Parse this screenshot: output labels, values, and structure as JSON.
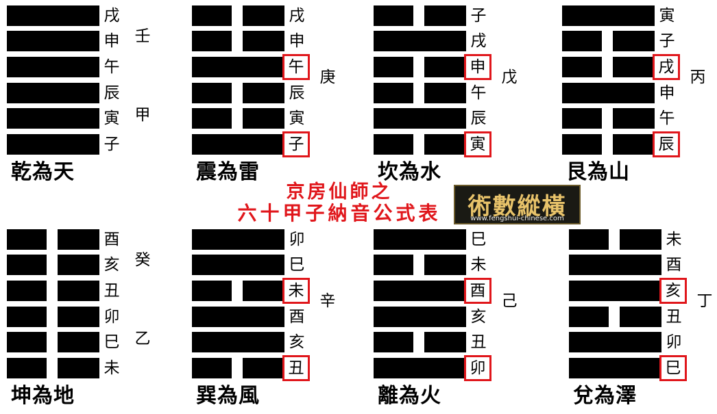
{
  "title": {
    "line1": "京房仙師之",
    "line2": "六十甲子納音公式表"
  },
  "logo": {
    "text": "術數縱橫",
    "url": "www.fengshui-chinese.com"
  },
  "colors": {
    "line": "#000000",
    "highlight": "#e0161b",
    "title": "#e0161b"
  },
  "hexagrams": [
    {
      "name": "乾為天",
      "lines": [
        "yang",
        "yang",
        "yang",
        "yang",
        "yang",
        "yang"
      ],
      "branches": [
        "戌",
        "申",
        "午",
        "辰",
        "寅",
        "子"
      ],
      "highlighted": [],
      "upper_stem": "壬",
      "lower_stem": "甲"
    },
    {
      "name": "震為雷",
      "lines": [
        "yin",
        "yin",
        "yang",
        "yin",
        "yin",
        "yang"
      ],
      "branches": [
        "戌",
        "申",
        "午",
        "辰",
        "寅",
        "子"
      ],
      "highlighted": [
        2,
        5
      ],
      "stem": "庚"
    },
    {
      "name": "坎為水",
      "lines": [
        "yin",
        "yang",
        "yin",
        "yin",
        "yang",
        "yin"
      ],
      "branches": [
        "子",
        "戌",
        "申",
        "午",
        "辰",
        "寅"
      ],
      "highlighted": [
        2,
        5
      ],
      "stem": "戊"
    },
    {
      "name": "艮為山",
      "lines": [
        "yang",
        "yin",
        "yin",
        "yang",
        "yin",
        "yin"
      ],
      "branches": [
        "寅",
        "子",
        "戌",
        "申",
        "午",
        "辰"
      ],
      "highlighted": [
        2,
        5
      ],
      "stem": "丙"
    },
    {
      "name": "坤為地",
      "lines": [
        "yin",
        "yin",
        "yin",
        "yin",
        "yin",
        "yin"
      ],
      "branches": [
        "酉",
        "亥",
        "丑",
        "卯",
        "巳",
        "未"
      ],
      "highlighted": [],
      "upper_stem": "癸",
      "lower_stem": "乙"
    },
    {
      "name": "巽為風",
      "lines": [
        "yang",
        "yang",
        "yin",
        "yang",
        "yang",
        "yin"
      ],
      "branches": [
        "卯",
        "巳",
        "未",
        "酉",
        "亥",
        "丑"
      ],
      "highlighted": [
        2,
        5
      ],
      "stem": "辛"
    },
    {
      "name": "離為火",
      "lines": [
        "yang",
        "yin",
        "yang",
        "yang",
        "yin",
        "yang"
      ],
      "branches": [
        "巳",
        "未",
        "酉",
        "亥",
        "丑",
        "卯"
      ],
      "highlighted": [
        2,
        5
      ],
      "stem": "己"
    },
    {
      "name": "兌為澤",
      "lines": [
        "yin",
        "yang",
        "yang",
        "yin",
        "yang",
        "yang"
      ],
      "branches": [
        "未",
        "酉",
        "亥",
        "丑",
        "卯",
        "巳"
      ],
      "highlighted": [
        2,
        5
      ],
      "stem": "丁"
    }
  ]
}
